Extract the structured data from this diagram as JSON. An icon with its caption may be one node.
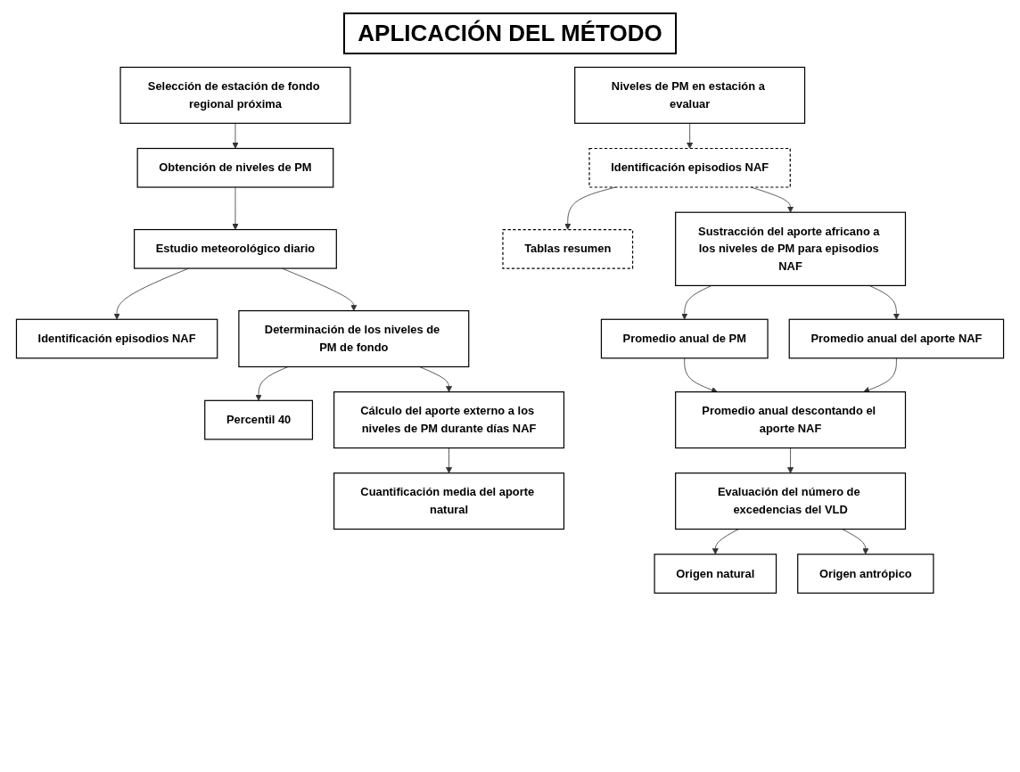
{
  "diagram": {
    "title": "APLICACIÓN DEL MÉTODO",
    "nodes": [
      {
        "text": [
          "Selección de estación de fondo regional próxima"
        ]
      },
      {
        "text": [
          "Obtención de niveles de PM"
        ]
      },
      {
        "text": [
          "Estudio meteorológico diario"
        ]
      },
      {
        "text": [
          "Identificación episodios NAF"
        ]
      },
      {
        "text": [
          "Determinación de los niveles de PM de fondo"
        ]
      },
      {
        "text": [
          "Percentil 40"
        ]
      },
      {
        "text": [
          "Cálculo del aporte externo a los niveles de PM durante días NAF"
        ]
      },
      {
        "text": [
          "Cuantificación media del aporte natural"
        ]
      },
      {
        "text": [
          "Niveles de PM en estación a evaluar"
        ]
      },
      {
        "text": [
          "Identificación episodios NAF"
        ]
      },
      {
        "text": [
          "Tablas resumen"
        ]
      },
      {
        "text": [
          "Sustracción del aporte africano a los niveles de PM para episodios NAF"
        ]
      },
      {
        "text": [
          "Promedio anual de PM"
        ]
      },
      {
        "text": [
          "Promedio anual del aporte NAF"
        ]
      },
      {
        "text": [
          "Promedio anual descontando el aporte NAF"
        ]
      },
      {
        "text": [
          "Evaluación del número de excedencias del VLD"
        ]
      },
      {
        "text": [
          "Origen natural"
        ]
      },
      {
        "text": [
          "Origen antrópico"
        ]
      }
    ],
    "edges": [
      {
        "from": 0,
        "to": 1,
        "arrow": "to"
      },
      {
        "from": 1,
        "to": 2,
        "arrow": "to"
      },
      {
        "from": 2,
        "to": 3,
        "arrow": "to"
      },
      {
        "from": 2,
        "to": 4,
        "arrow": "to"
      },
      {
        "from": 4,
        "to": 5,
        "arrow": "to"
      },
      {
        "from": 4,
        "to": 6,
        "arrow": "to"
      },
      {
        "from": 6,
        "to": 7,
        "arrow": "to"
      },
      {
        "from": 8,
        "to": 9,
        "arrow": "to"
      },
      {
        "from": 9,
        "to": 10,
        "arrow": "to"
      },
      {
        "from": 9,
        "to": 11,
        "arrow": "to"
      },
      {
        "from": 11,
        "to": 12,
        "arrow": "to"
      },
      {
        "from": 11,
        "to": 13,
        "arrow": "to"
      },
      {
        "from": 12,
        "to": 14,
        "arrow": "to"
      },
      {
        "from": 13,
        "to": 14,
        "arrow": "to"
      },
      {
        "from": 14,
        "to": 15,
        "arrow": "to"
      },
      {
        "from": 15,
        "to": 16,
        "arrow": "to"
      },
      {
        "from": 15,
        "to": 17,
        "arrow": "to"
      }
    ]
  }
}
